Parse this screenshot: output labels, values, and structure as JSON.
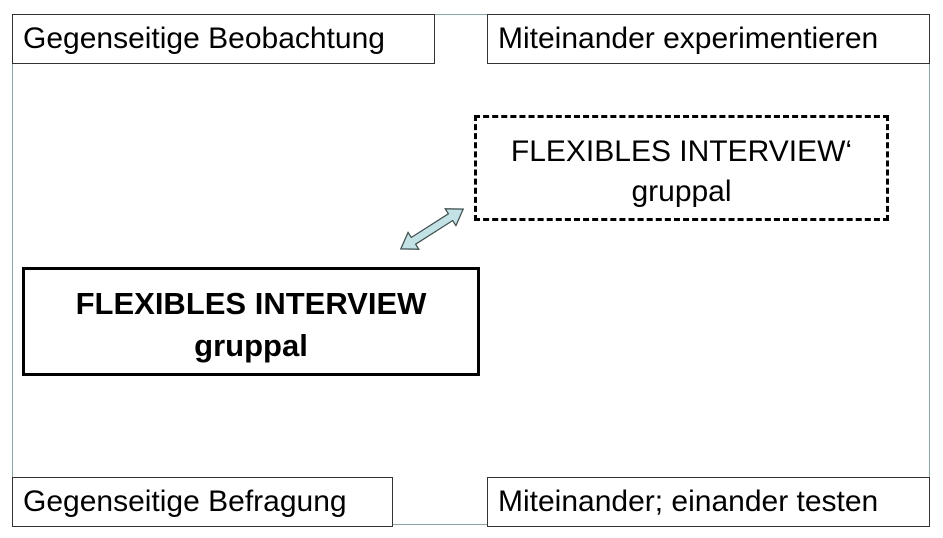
{
  "corners": {
    "top_left": "Gegenseitige Beobachtung",
    "top_right": "Miteinander experimentieren",
    "bottom_left": "Gegenseitige Befragung",
    "bottom_right": "Miteinander; einander testen"
  },
  "dashed_box": {
    "line1": "FLEXIBLES INTERVIEW‘",
    "line2": "gruppal"
  },
  "solid_box": {
    "line1": "FLEXIBLES INTERVIEW",
    "line2": "gruppal"
  },
  "arrow": {
    "fill_color": "#c3e2e6",
    "stroke_color": "#3a4a4a",
    "icon": "double-arrow-icon"
  }
}
